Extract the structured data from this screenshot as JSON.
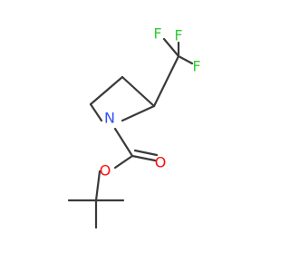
{
  "structure": {
    "atoms": {
      "f_top": {
        "label": "F",
        "color": "#33cc33"
      },
      "f_left": {
        "label": "F",
        "color": "#33cc33"
      },
      "f_right": {
        "label": "F",
        "color": "#33cc33"
      },
      "nitrogen": {
        "label": "N",
        "color": "#3050f8"
      },
      "oxygen_ester": {
        "label": "O",
        "color": "#ff0d0d"
      },
      "oxygen_carbonyl": {
        "label": "O",
        "color": "#ff0d0d"
      }
    },
    "bond_color": "#3a3a3a"
  }
}
